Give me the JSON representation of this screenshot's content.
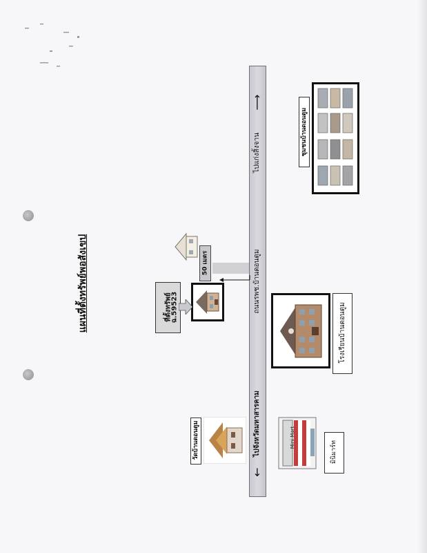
{
  "title": "แผนที่ตั้งทรัพย์พอสังเขป",
  "road": {
    "name": "ถนนรพช.บ้านดอนตูม",
    "to_left": "ไปจังหวัดมหาสารคาม",
    "to_right": "ไปแก่งสิ้งจาน",
    "arrow_left": "←",
    "arrow_right": "⟶"
  },
  "property": {
    "label_line1": "ที่ตั้งทรัพย์",
    "label_line2": "ฉ.59523",
    "distance": "50 เมตร"
  },
  "temple_label": "วัดบ้านดอนตูม",
  "minimart": {
    "label": "มินิมาร์ท",
    "sign": "Mini Mart"
  },
  "school_label": "โรงเรียนบ้านดอนตูม",
  "community_label": "ชุมชนบ้านดอนตูม",
  "colors": {
    "road_fill": "#cfcfd4",
    "property_label_fill": "#d9d9d9",
    "distance_fill": "#c7c7cc",
    "frame": "#111111"
  }
}
